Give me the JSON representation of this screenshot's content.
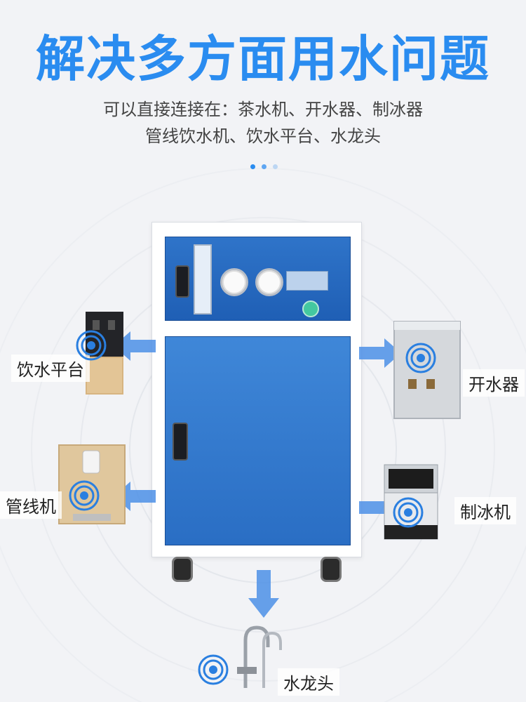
{
  "header": {
    "title": "解决多方面用水问题",
    "subtitle_line1": "可以直接连接在：茶水机、开水器、制冰器",
    "subtitle_line2": "管线饮水机、饮水平台、水龙头"
  },
  "page_indicator": {
    "count": 3,
    "active_index": 0
  },
  "appliances": {
    "left_top": {
      "label": "饮水平台",
      "icon": "water-dispenser-icon"
    },
    "left_bottom": {
      "label": "管线机",
      "icon": "pipeline-dispenser-icon"
    },
    "right_top": {
      "label": "开水器",
      "icon": "water-boiler-icon"
    },
    "right_bottom": {
      "label": "制冰机",
      "icon": "ice-maker-icon"
    },
    "bottom": {
      "label": "水龙头",
      "icon": "faucet-icon"
    }
  },
  "colors": {
    "title": "#2a8cf0",
    "machine_blue": "#2f74c9",
    "arrow_blue": "#4c8fe6",
    "dot_active": "#2a8cf0",
    "dot_inactive": "#aac8ee"
  }
}
